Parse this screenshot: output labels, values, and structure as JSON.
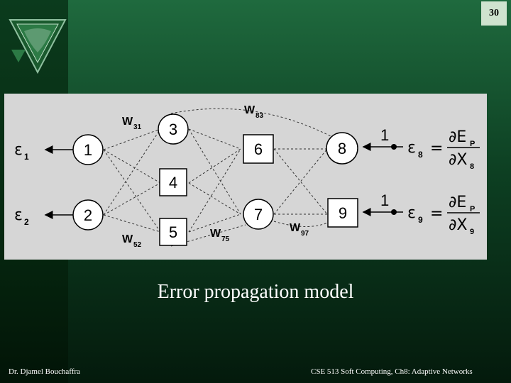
{
  "slide_number": "30",
  "caption": "Error propagation model",
  "footer": {
    "author": "Dr. Djamel Bouchaffra",
    "course": "CSE 513 Soft Computing, Ch8: Adaptive Networks"
  },
  "diagram": {
    "nodes": {
      "n1": "1",
      "n2": "2",
      "n3": "3",
      "n4": "4",
      "n5": "5",
      "n6": "6",
      "n7": "7",
      "n8": "8",
      "n9": "9"
    },
    "weights": {
      "w31": "W",
      "w31_sub": "31",
      "w52": "W",
      "w52_sub": "52",
      "w83": "W",
      "w83_sub": "83",
      "w75": "W",
      "w75_sub": "75",
      "w97": "W",
      "w97_sub": "97"
    },
    "epsilons": {
      "e1_sym": "ε",
      "e1_sub": "1",
      "e2_sym": "ε",
      "e2_sub": "2",
      "e8_sym": "ε",
      "e8_sub": "8",
      "e9_sym": "ε",
      "e9_sub": "9"
    },
    "unit_inputs": {
      "in8": "1",
      "in9": "1"
    },
    "equations": {
      "eq8": {
        "equals": "=",
        "num": "∂E",
        "num_sub": "P",
        "den": "∂X",
        "den_sub": "8"
      },
      "eq9": {
        "equals": "=",
        "num": "∂E",
        "num_sub": "P",
        "den": "∂X",
        "den_sub": "9"
      }
    }
  },
  "colors": {
    "accent": "#1f6a3e",
    "background_dark": "#041a0c"
  }
}
